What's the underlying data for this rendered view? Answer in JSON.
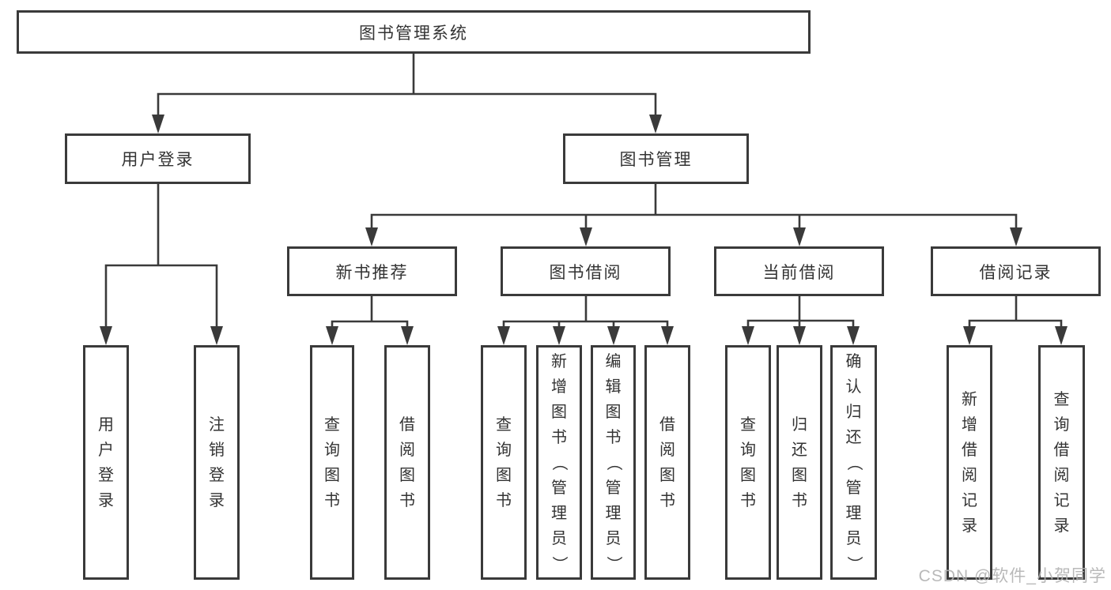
{
  "diagram": {
    "type": "hierarchy-tree",
    "title": "图书管理系统",
    "watermark": "CSDN @软件_小贺同学",
    "colors": {
      "line": "#3a3a3a",
      "text": "#333333",
      "watermark": "#b2b2b2",
      "background": "#ffffff"
    },
    "nodes": [
      {
        "id": "root",
        "label": "图书管理系统",
        "parent": null
      },
      {
        "id": "user-login",
        "label": "用户登录",
        "parent": "root"
      },
      {
        "id": "book-mgmt",
        "label": "图书管理",
        "parent": "root"
      },
      {
        "id": "new-book-rec",
        "label": "新书推荐",
        "parent": "book-mgmt"
      },
      {
        "id": "book-borrow",
        "label": "图书借阅",
        "parent": "book-mgmt"
      },
      {
        "id": "current-borrow",
        "label": "当前借阅",
        "parent": "book-mgmt"
      },
      {
        "id": "borrow-record",
        "label": "借阅记录",
        "parent": "book-mgmt"
      },
      {
        "id": "leaf-user-login",
        "label": "用户登录",
        "parent": "user-login"
      },
      {
        "id": "leaf-logout",
        "label": "注销登录",
        "parent": "user-login"
      },
      {
        "id": "leaf-query-book-1",
        "label": "查询图书",
        "parent": "new-book-rec"
      },
      {
        "id": "leaf-borrow-book-1",
        "label": "借阅图书",
        "parent": "new-book-rec"
      },
      {
        "id": "leaf-query-book-2",
        "label": "查询图书",
        "parent": "book-borrow"
      },
      {
        "id": "leaf-add-book",
        "label": "新增图书（管理员）",
        "parent": "book-borrow"
      },
      {
        "id": "leaf-edit-book",
        "label": "编辑图书（管理员）",
        "parent": "book-borrow"
      },
      {
        "id": "leaf-borrow-book-2",
        "label": "借阅图书",
        "parent": "book-borrow"
      },
      {
        "id": "leaf-query-book-3",
        "label": "查询图书",
        "parent": "current-borrow"
      },
      {
        "id": "leaf-return-book",
        "label": "归还图书",
        "parent": "current-borrow"
      },
      {
        "id": "leaf-confirm-return",
        "label": "确认归还（管理员）",
        "parent": "current-borrow"
      },
      {
        "id": "leaf-add-record",
        "label": "新增借阅记录",
        "parent": "borrow-record"
      },
      {
        "id": "leaf-query-record",
        "label": "查询借阅记录",
        "parent": "borrow-record"
      }
    ]
  }
}
